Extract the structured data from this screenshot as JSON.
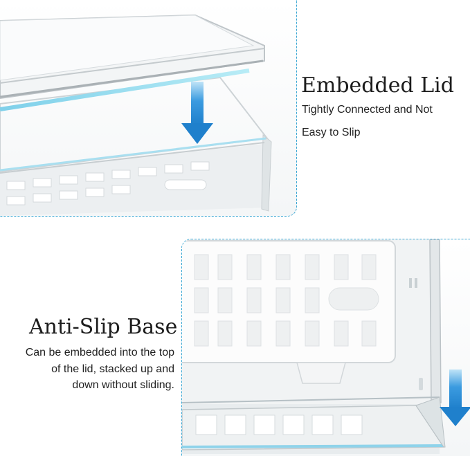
{
  "embedded_lid": {
    "title": "Embedded Lid",
    "description_line1": "Tightly Connected and Not",
    "description_line2": "Easy to Slip"
  },
  "anti_slip_base": {
    "title": "Anti-Slip Base",
    "description_line1": "Can be embedded into the top",
    "description_line2": "of the lid, stacked up and",
    "description_line3": "down without sliding."
  },
  "colors": {
    "accent_blue": "#2f8fd6",
    "dashed_border": "#3aa7d4",
    "text": "#1c1c1c"
  },
  "icons": [
    "arrow-down-icon",
    "arrow-down-icon"
  ]
}
